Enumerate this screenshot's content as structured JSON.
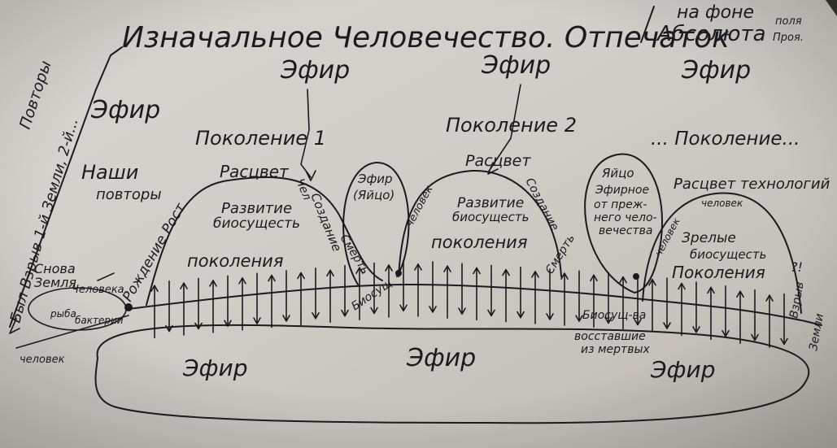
{
  "title": {
    "main": "Изначальное Человечество. Отпечаток",
    "right_line1": "на фоне",
    "right_line2": "Абсолюта",
    "right_small1": "поля",
    "right_small2": "Проя."
  },
  "left_vertical": {
    "line1": "Повторы",
    "line2": "Был Взрыв 1-й Земли, 2-й...",
    "human": "человек"
  },
  "ether_labels": {
    "top_left": "Эфир",
    "top1": "Эфир",
    "top2": "Эфир",
    "top3": "Эфир",
    "bottom1": "Эфир",
    "bottom2": "Эфир",
    "bottom3": "Эфир"
  },
  "left_block": {
    "nashi": "Наши",
    "povtory": "повторы",
    "snova": "Снова",
    "zemlya": "Земля",
    "cheloveka": "Человека",
    "ryba": "рыба",
    "bakterii": "бактерии",
    "rozhdenie": "Рождение Рост"
  },
  "generation1": {
    "title": "Поколение 1",
    "rassvet": "Расцвет",
    "razvitie": "Развитие",
    "biosushch": "биосущесть",
    "pokoleniya": "поколения",
    "sozdanie": "Создание",
    "chel": "Чел",
    "smert": "Смерть"
  },
  "egg1": {
    "line1": "Эфир",
    "line2": "(Яйцо)"
  },
  "generation2": {
    "title": "Поколение 2",
    "rassvet": "Расцвет",
    "chelovek": "человек",
    "razvitie": "Развитие",
    "biosushch": "биосущесть",
    "pokoleniya": "поколения",
    "sozdanie": "Создание",
    "smert": "Смерть",
    "biosush": "Биосущ"
  },
  "egg2": {
    "line1": "Яйцо",
    "line2": "Эфирное",
    "line3": "от преж-",
    "line4": "него чело-",
    "line5": "вечества"
  },
  "generation3": {
    "title": "... Поколение...",
    "rassvet": "Расцвет технологий",
    "chelovek1": "человек",
    "chelovek2": "человек",
    "zrelye": "Зрелые",
    "biosushch": "биосущесть",
    "pokoleniya": "Поколения",
    "vzryv": "Взрыв",
    "zemli": "Земли",
    "question": "?!"
  },
  "bottom_notes": {
    "biosush_va": "Биосущ-ва",
    "vosstav": "восставшие",
    "iz_mertvyh": "из мертвых"
  }
}
